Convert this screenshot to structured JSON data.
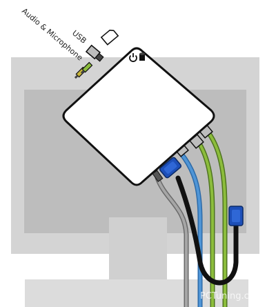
{
  "labels": {
    "usb": "USB",
    "audio": "Audio & Microphone",
    "watermark": "PCTuning.cz"
  },
  "icons": {
    "power": "power-icon",
    "hdd": "hdd-activity-icon",
    "sd_card": "sd-card-icon"
  },
  "colors": {
    "monitor_outer": "#d4d4d4",
    "monitor_inner": "#bdbdbd",
    "device_body": "#ffffff",
    "outline": "#111111",
    "cable_gray": "#a6a6a6",
    "cable_blue": "#4f95d6",
    "cable_green": "#8cbd3c",
    "cable_black": "#111111",
    "vga_connector": "#1d4fb8",
    "audio_plug_yellow": "#c9b63a",
    "audio_plug_green": "#8cbd3c"
  }
}
